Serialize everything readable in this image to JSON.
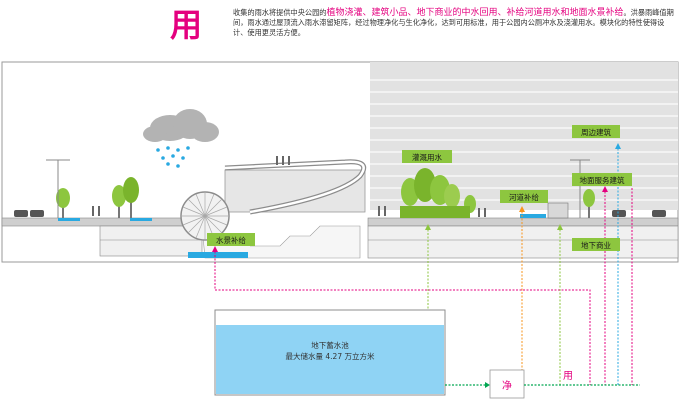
{
  "header": {
    "title_char": "用",
    "desc_parts": [
      {
        "text": "收集的雨水将提供中央公园的",
        "hl": false
      },
      {
        "text": "植物浇灌、建筑小品、地下商业的中水回用、补给河道用水和地面水景补给",
        "hl": true
      },
      {
        "text": "。洪暴雨峰值期间，雨水通过屋顶流入雨水滞留矩阵，经过物理净化与生化净化，达到可用标准，用于公园内公厕冲水及浇灌用水。模块化的特性使得设计、使用更灵活方便。",
        "hl": false
      }
    ]
  },
  "labels": {
    "water_feature": "水景补给",
    "irrigation": "灌溉用水",
    "river": "河道补给",
    "surrounding": "周边建筑",
    "ground_service": "地面服务建筑",
    "underground_commerce": "地下商业"
  },
  "tank": {
    "name": "地下蓄水池",
    "capacity": "最大储水量 4.27 万立方米"
  },
  "flow": {
    "purify": "净",
    "use": "用"
  },
  "colors": {
    "accent": "#e4007f",
    "label_bg": "#8dc63f",
    "water": "#29a9e1",
    "tank_water": "#8fd3f4",
    "use_green": "#00a651",
    "line_green": "#8dc63f",
    "line_orange": "#f7941d",
    "line_pink": "#e4007f",
    "line_blue": "#29a9e1"
  }
}
